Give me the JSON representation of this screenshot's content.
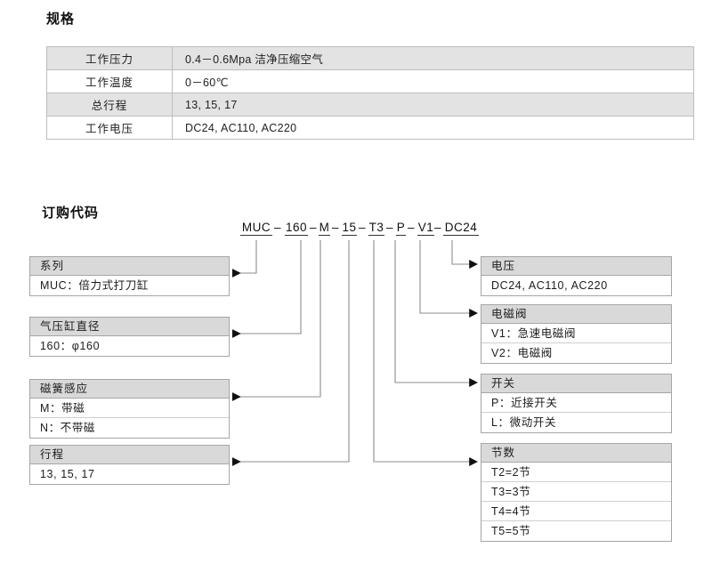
{
  "sections": {
    "spec_heading": "规格",
    "order_heading": "订购代码"
  },
  "spec_table": {
    "rows": [
      {
        "label": "工作压力",
        "value": "0.4－0.6Mpa   洁净压缩空气"
      },
      {
        "label": "工作温度",
        "value": "0－60℃"
      },
      {
        "label": "总行程",
        "value": "13, 15, 17"
      },
      {
        "label": "工作电压",
        "value": "DC24, AC110, AC220"
      }
    ]
  },
  "order_code": {
    "segments": [
      "MUC",
      "160",
      "M",
      "15",
      "T3",
      "P",
      "V1",
      "DC24"
    ],
    "separator": "–"
  },
  "left_boxes": [
    {
      "title": "系列",
      "rows": [
        "MUC：倍力式打刀缸"
      ]
    },
    {
      "title": "气压缸直径",
      "rows": [
        "160：φ160"
      ]
    },
    {
      "title": "磁簧感应",
      "rows": [
        "M：带磁",
        "N：不带磁"
      ]
    },
    {
      "title": "行程",
      "rows": [
        "13, 15,  17"
      ]
    }
  ],
  "right_boxes": [
    {
      "title": "电压",
      "rows": [
        "DC24, AC110, AC220"
      ]
    },
    {
      "title": "电磁阀",
      "rows": [
        "V1：急速电磁阀",
        "V2：电磁阀"
      ]
    },
    {
      "title": "开关",
      "rows": [
        "P：近接开关",
        "L：微动开关"
      ]
    },
    {
      "title": "节数",
      "rows": [
        "T2=2节",
        "T3=3节",
        "T4=4节",
        "T5=5节"
      ]
    }
  ],
  "colors": {
    "header_fill": "#d9d9d9",
    "row_shade": "#e3e3e3",
    "border": "#a6a6a6",
    "line": "#8c8c8c",
    "text": "#1a1a1a"
  }
}
